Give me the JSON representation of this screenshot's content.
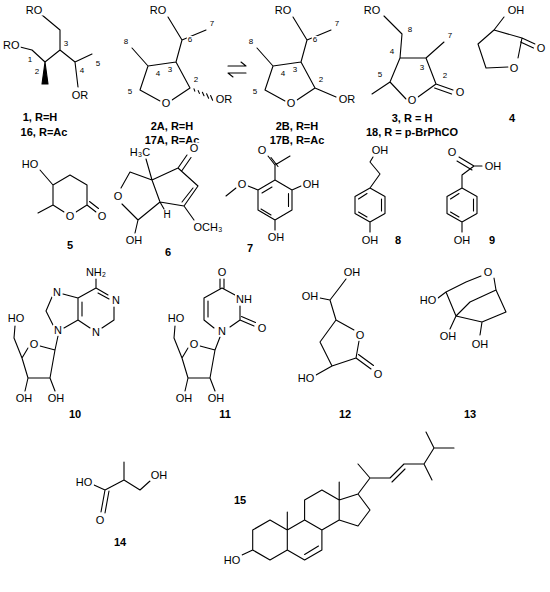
{
  "diagram": {
    "labels": [
      "RO",
      "RO",
      "1",
      "2",
      "3",
      "4",
      "5",
      "OR",
      "1, R=H",
      "16, R=Ac",
      "RO",
      "6",
      "7",
      "8",
      "4",
      "3",
      "5",
      "O",
      "2",
      "OR",
      "2A, R=H",
      "17A, R=Ac",
      "RO",
      "6",
      "7",
      "8",
      "4",
      "3",
      "5",
      "O",
      "2",
      "OR",
      "2B, R=H",
      "17B, R=Ac",
      "RO",
      "8",
      "4",
      "3",
      "7",
      "5",
      "O",
      "2",
      "O",
      "3, R = H",
      "18, R = p-BrPhCO",
      "OH",
      "O",
      "O",
      "4",
      "HO",
      "O",
      "O",
      "5",
      "H₃C",
      "O",
      "O",
      "OH",
      "H",
      "OCH₃",
      "6",
      "O",
      "O",
      "OH",
      "OH",
      "7",
      "OH",
      "OH",
      "8",
      "O",
      "OH",
      "OH",
      "9",
      "NH₂",
      "N",
      "N",
      "N",
      "N",
      "O",
      "HO",
      "OH",
      "OH",
      "10",
      "O",
      "NH",
      "O",
      "N",
      "O",
      "HO",
      "OH",
      "OH",
      "11",
      "OH",
      "OH",
      "O",
      "O",
      "HO",
      "12",
      "O",
      "HO",
      "OH",
      "OH",
      "13",
      "HO",
      "O",
      "OH",
      "14",
      "HO",
      "15"
    ]
  }
}
